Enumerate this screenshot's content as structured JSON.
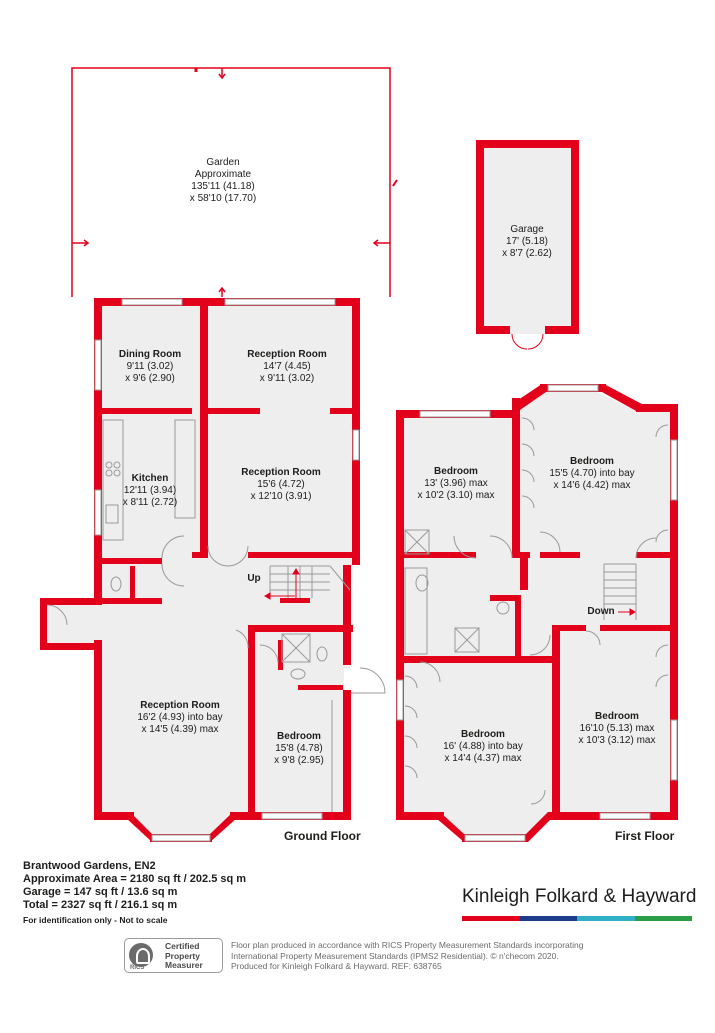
{
  "colors": {
    "wall": "#e3001b",
    "floor": "#efeeee",
    "text": "#1d1d1b"
  },
  "garden": {
    "name": "Garden",
    "sub": "Approximate",
    "dim1": "135'11 (41.18)",
    "dim2": "x 58'10 (17.70)"
  },
  "garage": {
    "name": "Garage",
    "dim1": "17' (5.18)",
    "dim2": "x 8'7 (2.62)"
  },
  "ground_floor": {
    "label": "Ground Floor",
    "dining": {
      "name": "Dining Room",
      "dim1": "9'11 (3.02)",
      "dim2": "x 9'6 (2.90)"
    },
    "reception1": {
      "name": "Reception Room",
      "dim1": "14'7 (4.45)",
      "dim2": "x 9'11 (3.02)"
    },
    "kitchen": {
      "name": "Kitchen",
      "dim1": "12'11 (3.94)",
      "dim2": "x 8'11 (2.72)"
    },
    "reception2": {
      "name": "Reception Room",
      "dim1": "15'6 (4.72)",
      "dim2": "x 12'10 (3.91)"
    },
    "up": "Up",
    "reception3": {
      "name": "Reception Room",
      "dim1": "16'2 (4.93) into bay",
      "dim2": "x 14'5 (4.39) max"
    },
    "bedroom": {
      "name": "Bedroom",
      "dim1": "15'8 (4.78)",
      "dim2": "x 9'8 (2.95)"
    }
  },
  "first_floor": {
    "label": "First Floor",
    "bedroom1": {
      "name": "Bedroom",
      "dim1": "13' (3.96) max",
      "dim2": "x 10'2 (3.10) max"
    },
    "bedroom2": {
      "name": "Bedroom",
      "dim1": "15'5 (4.70) into bay",
      "dim2": "x 14'6 (4.42) max"
    },
    "down": "Down",
    "bedroom3": {
      "name": "Bedroom",
      "dim1": "16' (4.88) into bay",
      "dim2": "x 14'4 (4.37) max"
    },
    "bedroom4": {
      "name": "Bedroom",
      "dim1": "16'10 (5.13) max",
      "dim2": "x 10'3 (3.12) max"
    }
  },
  "info": {
    "address": "Brantwood Gardens, EN2",
    "area": "Approximate Area = 2180 sq ft / 202.5 sq m",
    "garage": "Garage = 147 sq ft / 13.6 sq m",
    "total": "Total = 2327 sq ft / 216.1 sq m",
    "note": "For identification only - Not to scale"
  },
  "brand": {
    "name": "Kinleigh Folkard & Hayward",
    "bar_colors": [
      "#e3001b",
      "#1e3a8a",
      "#2fb0c6",
      "#2e9d4a"
    ]
  },
  "rics": {
    "logo_text": "RICS",
    "line1": "Certified",
    "line2": "Property",
    "line3": "Measurer"
  },
  "disclaimer": {
    "line1": "Floor plan produced in accordance with RICS Property Measurement Standards incorporating",
    "line2": "International Property Measurement Standards (IPMS2 Residential).  © n'checom 2020.",
    "line3": "Produced for Kinleigh Folkard & Hayward.   REF: 638765"
  }
}
